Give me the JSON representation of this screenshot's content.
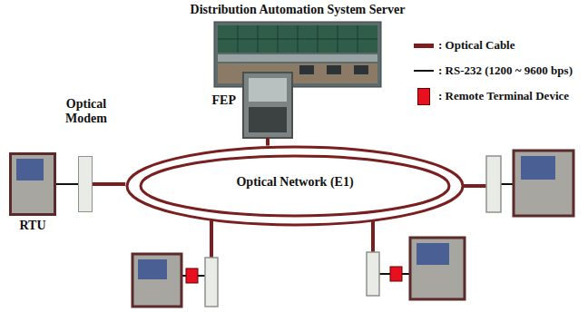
{
  "diagram": {
    "nodes": [
      {
        "text": [
          "Distribution Automation System Server"
        ]
      },
      {
        "text": [
          "FEP"
        ]
      },
      {
        "text": [
          "Optical Network (E1)"
        ]
      },
      {
        "text": [
          "Optical Modem"
        ]
      },
      {
        "text": [
          "RTU"
        ]
      }
    ],
    "edges": [
      {
        "from": 1,
        "to": 2,
        "arrow": "none"
      },
      {
        "from": 3,
        "to": 2,
        "arrow": "none"
      },
      {
        "from": 4,
        "to": 3,
        "arrow": "none"
      }
    ],
    "legend": [
      {
        "text": ": Optical Cable"
      },
      {
        "text": ": RS-232 (1200 ~ 9600 bps)"
      },
      {
        "text": ": Remote Terminal Device",
        "color": "#e8101e"
      }
    ]
  }
}
